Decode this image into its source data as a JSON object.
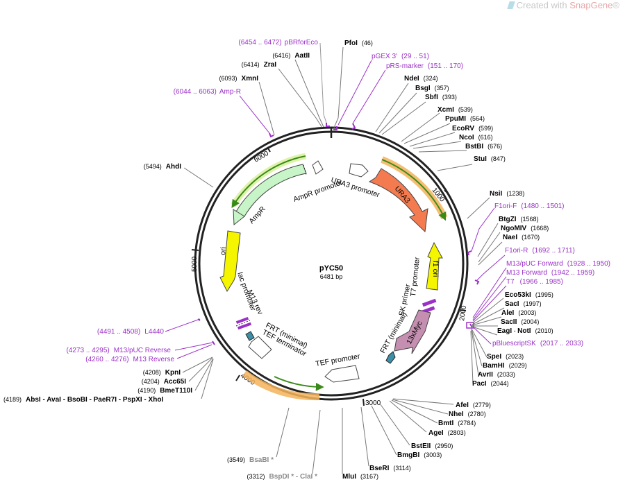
{
  "watermark": {
    "prefix": "Created with ",
    "brand": "SnapGene",
    "mark": "®"
  },
  "plasmid": {
    "name": "pYC50",
    "size": "6481 bp"
  },
  "ticks": [
    "1000",
    "2000",
    "3000",
    "4000",
    "5000",
    "6000"
  ],
  "features": {
    "ura3": "URA3",
    "ura3_promoter": "URA3 promoter",
    "ampr": "AmpR",
    "ampr_promoter": "AmpR promoter",
    "ori": "ori",
    "f1_ori": "f1 ori",
    "t7_promoter": "T7 promoter",
    "sk_primer": "SK primer",
    "myc": "13xMyc",
    "frt_right": "FRT (minimal)",
    "frt_left": "FRT (minimal)",
    "tef_terminator": "TEF terminator",
    "tef_promoter": "TEF promoter",
    "m13_rev": "M13 rev",
    "lac_promoter": "lac promoter"
  },
  "labels": {
    "pbrforeco": {
      "pos": "(6454 .. 6472)",
      "name": "pBRforEco"
    },
    "aatii": {
      "pos": "(6416)",
      "name": "AatII"
    },
    "zrai": {
      "pos": "(6414)",
      "name": "ZraI"
    },
    "xmni": {
      "pos": "(6093)",
      "name": "XmnI"
    },
    "ampr_primer": {
      "pos": "(6044 .. 6063)",
      "name": "Amp-R"
    },
    "ahdi": {
      "pos": "(5494)",
      "name": "AhdI"
    },
    "pfoi": {
      "name": "PfoI",
      "pos": "(46)"
    },
    "pgex3": {
      "name": "pGEX 3'",
      "pos": "(29 .. 51)"
    },
    "prs_marker": {
      "name": "pRS-marker",
      "pos": "(151 .. 170)"
    },
    "ndei": {
      "name": "NdeI",
      "pos": "(324)"
    },
    "bsgi": {
      "name": "BsgI",
      "pos": "(357)"
    },
    "sbfi": {
      "name": "SbfI",
      "pos": "(393)"
    },
    "xcmi": {
      "name": "XcmI",
      "pos": "(539)"
    },
    "ppumi": {
      "name": "PpuMI",
      "pos": "(564)"
    },
    "ecorv": {
      "name": "EcoRV",
      "pos": "(599)"
    },
    "ncoi": {
      "name": "NcoI",
      "pos": "(616)"
    },
    "bstbi": {
      "name": "BstBI",
      "pos": "(676)"
    },
    "stui": {
      "name": "StuI",
      "pos": "(847)"
    },
    "nsii": {
      "name": "NsiI",
      "pos": "(1238)"
    },
    "f1ori_f": {
      "name": "F1ori-F",
      "pos": "(1480 .. 1501)"
    },
    "btgzi": {
      "name": "BtgZI",
      "pos": "(1568)"
    },
    "ngomiv": {
      "name": "NgoMIV",
      "pos": "(1668)"
    },
    "naei": {
      "name": "NaeI",
      "pos": "(1670)"
    },
    "f1ori_r": {
      "name": "F1ori-R",
      "pos": "(1692 .. 1711)"
    },
    "m13puc_fwd": {
      "name": "M13/pUC Forward",
      "pos": "(1928 .. 1950)"
    },
    "m13_fwd": {
      "name": "M13 Forward",
      "pos": "(1942 .. 1959)"
    },
    "t7": {
      "name": "T7",
      "pos": "(1966 .. 1985)"
    },
    "eco53ki": {
      "name": "Eco53kI",
      "pos": "(1995)"
    },
    "saci": {
      "name": "SacI",
      "pos": "(1997)"
    },
    "alei": {
      "name": "AleI",
      "pos": "(2003)"
    },
    "sacii": {
      "name": "SacII",
      "pos": "(2004)"
    },
    "eagi": {
      "name": "EagI",
      "sep": " - ",
      "name2": "NotI",
      "pos": "(2010)"
    },
    "pbluescriptsk": {
      "name": "pBluescriptSK",
      "pos": "(2017 .. 2033)"
    },
    "spei": {
      "name": "SpeI",
      "pos": "(2023)"
    },
    "bamhi": {
      "name": "BamHI",
      "pos": "(2029)"
    },
    "avrii": {
      "name": "AvrII",
      "pos": "(2033)"
    },
    "paci": {
      "name": "PacI",
      "pos": "(2044)"
    },
    "afei": {
      "name": "AfeI",
      "pos": "(2779)"
    },
    "nhei": {
      "name": "NheI",
      "pos": "(2780)"
    },
    "bmti": {
      "name": "BmtI",
      "pos": "(2784)"
    },
    "agei": {
      "name": "AgeI",
      "pos": "(2803)"
    },
    "bsteii": {
      "name": "BstEII",
      "pos": "(2950)"
    },
    "bmgbi": {
      "name": "BmgBI",
      "pos": "(3003)"
    },
    "bseri": {
      "name": "BseRI",
      "pos": "(3114)"
    },
    "mlui": {
      "name": "MluI",
      "pos": "(3167)"
    },
    "bspdi": {
      "pos": "(3312)",
      "name": "BspDI * - ClaI *"
    },
    "bsabi": {
      "pos": "(3549)",
      "name": "BsaBI *"
    },
    "l4440": {
      "pos": "(4491 .. 4508)",
      "name": "L4440"
    },
    "m13puc_rev": {
      "pos": "(4273 .. 4295)",
      "name": "M13/pUC Reverse"
    },
    "m13_rev": {
      "pos": "(4260 .. 4276)",
      "name": "M13 Reverse"
    },
    "kpni": {
      "pos": "(4208)",
      "name": "KpnI"
    },
    "acc65i": {
      "pos": "(4204)",
      "name": "Acc65I"
    },
    "bmet110i": {
      "pos": "(4190)",
      "name": "BmeT110I"
    },
    "absi_group": {
      "pos": "(4189)",
      "name": "AbsI  - AvaI  - BsoBI  - PaeR7I  - PspXI  - XhoI"
    }
  },
  "colors": {
    "ura3": "#f47b4f",
    "ampr": "#c8f5c8",
    "ori": "#f5f500",
    "myc": "#c48fb0",
    "primer": "#9b30c8",
    "promoter": "#ffffff",
    "backbone": "#222222",
    "green_arrow": "#3a8a1a",
    "orange_band": "#f3b35a"
  }
}
